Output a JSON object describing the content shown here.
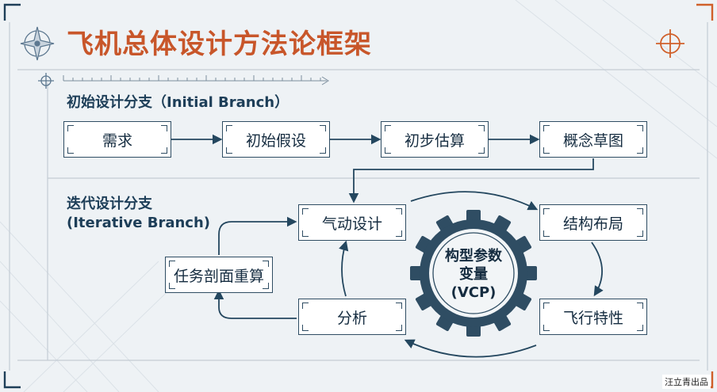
{
  "title": "飞机总体设计方法论框架",
  "initial_branch": {
    "label": "初始设计分支（Initial Branch）",
    "steps": [
      "需求",
      "初始假设",
      "初步估算",
      "概念草图"
    ]
  },
  "iterative_branch": {
    "label_line1": "迭代设计分支",
    "label_line2": "(Iterative Branch)",
    "nodes": {
      "aero": "气动设计",
      "structure": "结构布局",
      "flight": "飞行特性",
      "analysis": "分析",
      "mission": "任务剖面重算"
    },
    "gear_line1": "构型参数",
    "gear_line2": "变量",
    "gear_line3": "(VCP)"
  },
  "watermark": "汪立青出品",
  "colors": {
    "title": "#c8562a",
    "dark_blue": "#1d3e58",
    "arrow": "#24475f",
    "gear": "#2f4d63",
    "accent_corner": "#d0602a"
  }
}
